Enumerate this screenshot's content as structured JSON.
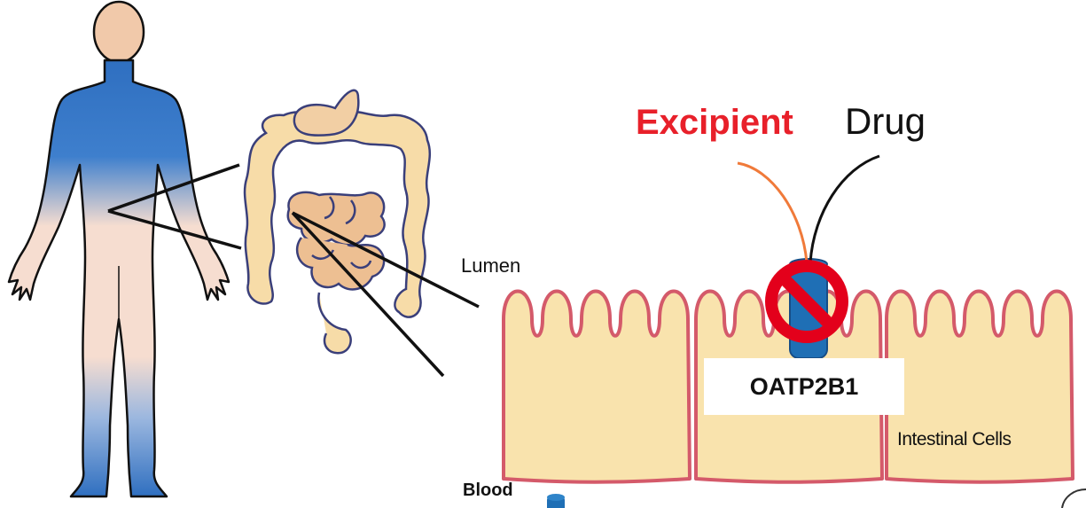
{
  "diagram": {
    "labels": {
      "excipient": "Excipient",
      "drug": "Drug",
      "lumen": "Lumen",
      "transporter": "OATP2B1",
      "intestinal_cells": "Intestinal Cells",
      "blood": "Blood"
    },
    "colors": {
      "body_blue": "#2f6fc0",
      "body_pink": "#f6ddd0",
      "intestine_fill": "#f7dca8",
      "intestine_outline": "#3a3f7a",
      "cell_fill": "#f9e3ad",
      "cell_border": "#d45a6a",
      "transporter_blue": "#1f6fb5",
      "excipient_red": "#e8202a",
      "excipient_line": "#f07a3a",
      "no_symbol_red": "#e3001b"
    },
    "icons": {
      "inhibition": "no-symbol-icon"
    }
  }
}
